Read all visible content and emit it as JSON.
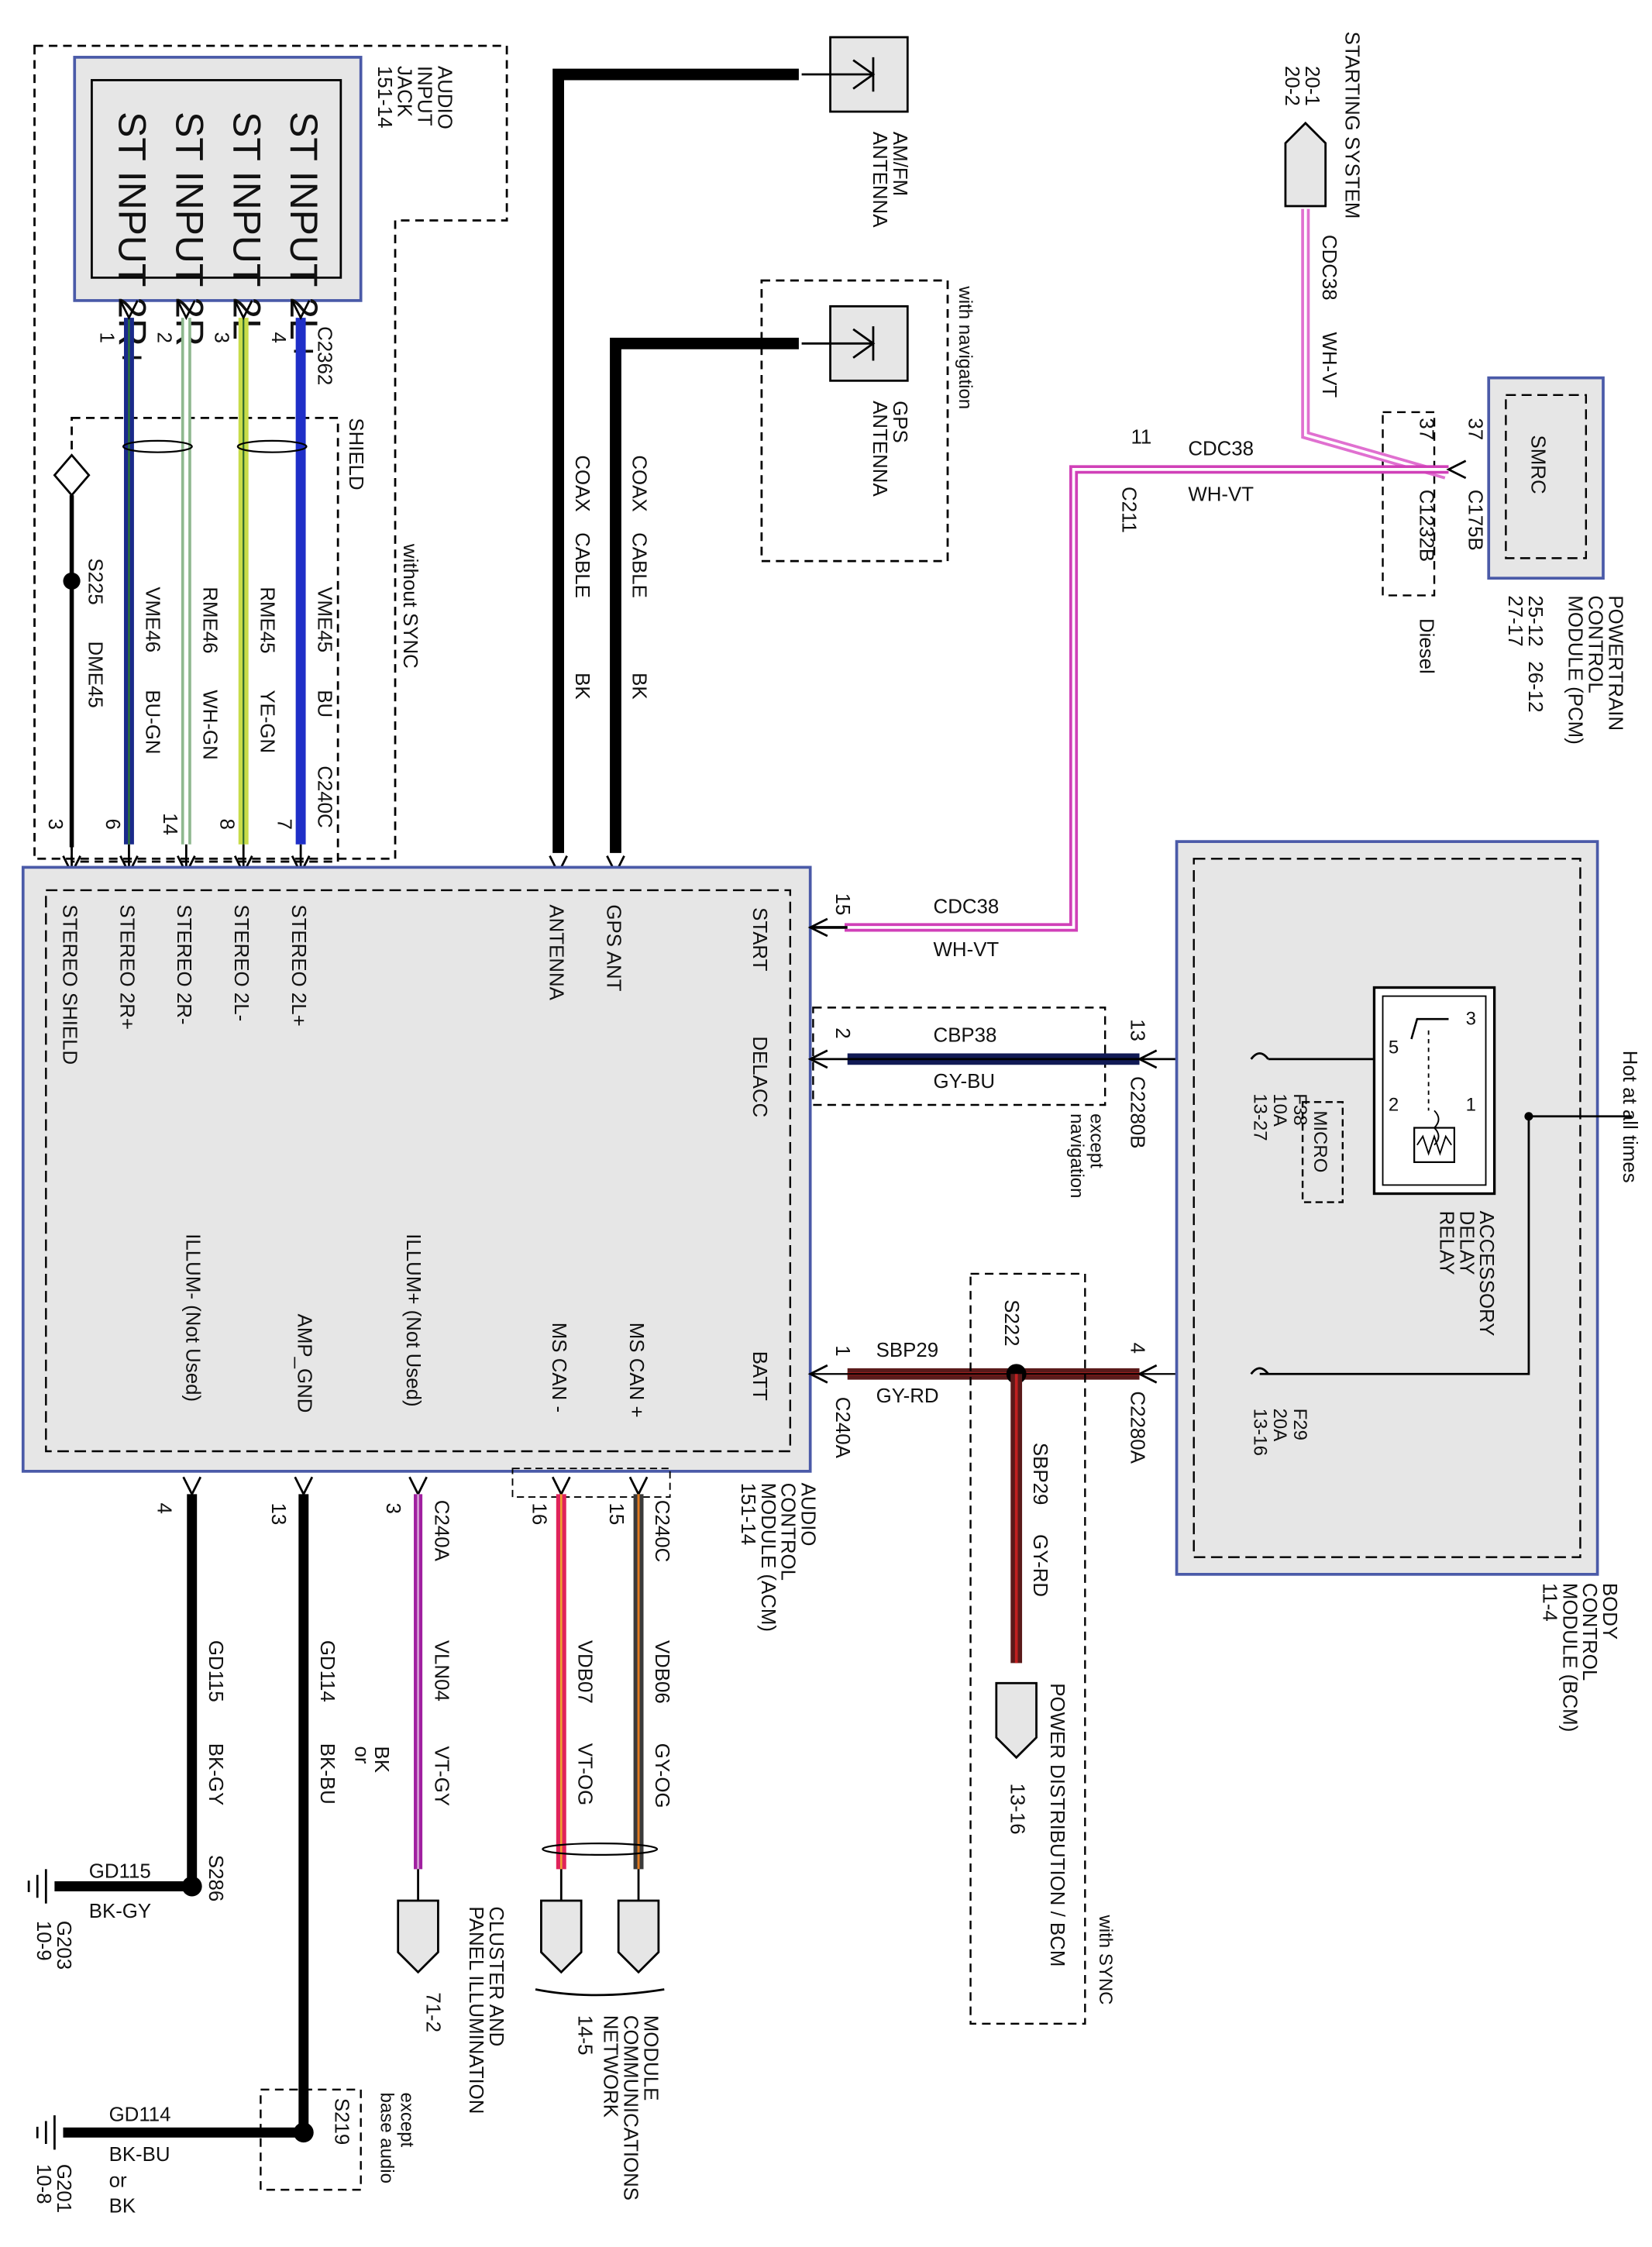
{
  "audio_input_jack": {
    "title_lines": [
      "AUDIO",
      "INPUT",
      "JACK",
      "151-14"
    ],
    "pins": [
      "ST INPUT 2L+",
      "ST INPUT 2L-",
      "ST INPUT 2R-",
      "ST INPUT 2R+"
    ],
    "pin_numbers": [
      "4",
      "3",
      "2",
      "1"
    ],
    "connector": "C2362",
    "shield_label": "SHIELD",
    "without_sync": "without SYNC"
  },
  "jack_wires": [
    {
      "circuit": "VME45",
      "color": "BU",
      "acm_pin": "7",
      "stroke": "#1f2fc8"
    },
    {
      "circuit": "RME45",
      "color": "YE-GN",
      "acm_pin": "8",
      "stroke": "#c8dc4a"
    },
    {
      "circuit": "RME46",
      "color": "WH-GN",
      "acm_pin": "14",
      "stroke": "#8fb88f"
    },
    {
      "circuit": "VME46",
      "color": "BU-GN",
      "acm_pin": "6",
      "stroke": "#1a2a8a"
    }
  ],
  "shield_wire": {
    "splice": "S225",
    "circuit": "DME45",
    "acm_pin": "3"
  },
  "acm_connector_top": "C240C",
  "antennas": [
    {
      "name_lines": [
        "AM/FM",
        "ANTENNA"
      ],
      "cable": [
        "COAX",
        "CABLE"
      ],
      "color": "BK",
      "note": ""
    },
    {
      "name_lines": [
        "GPS",
        "ANTENNA"
      ],
      "cable": [
        "COAX",
        "CABLE"
      ],
      "color": "BK",
      "note": "with navigation"
    }
  ],
  "acm": {
    "title_lines": [
      "AUDIO",
      "CONTROL",
      "MODULE (ACM)",
      "151-14"
    ],
    "top_pins": [
      "STEREO 2L+",
      "STEREO 2L-",
      "STEREO 2R-",
      "STEREO 2R+",
      "STEREO SHIELD",
      "GPS ANT",
      "ANTENNA"
    ],
    "right_pins": [
      "START",
      "DELACC",
      "BATT"
    ],
    "bottom_pins": [
      "MS CAN +",
      "MS CAN -",
      "ILLUM+ (Not Used)",
      "AMP_GND",
      "ILLUM- (Not Used)"
    ]
  },
  "pcm": {
    "title_lines": [
      "POWERTRAIN",
      "CONTROL",
      "MODULE (PCM)"
    ],
    "refs": [
      "25-12",
      "26-12",
      "27-17"
    ],
    "smrc": "SMRC",
    "pin": "37",
    "connector": "C175B",
    "diesel_pin": "37",
    "diesel_connector": "C1232B",
    "diesel": "Diesel"
  },
  "starting_system": {
    "title": "STARTING SYSTEM",
    "refs": [
      "20-1",
      "20-2"
    ],
    "circuit": "CDC38",
    "color": "WH-VT"
  },
  "start_circuit": {
    "circuit": "CDC38",
    "color": "WH-VT",
    "pin": "11",
    "connector": "C211",
    "acm_pin": "15"
  },
  "delacc_circuit": {
    "circuit": "CBP38",
    "color": "GY-BU",
    "acm_pin": "2",
    "bcm_pin": "13",
    "connector": "C2280B",
    "note_lines": [
      "except",
      "navigation"
    ]
  },
  "batt_circuit": {
    "circuit": "SBP29",
    "color": "GY-RD",
    "acm_pin": "1",
    "acm_connector": "C240A",
    "bcm_pin": "4",
    "connector": "C2280A",
    "splice": "S222"
  },
  "bcm": {
    "title_lines": [
      "BODY",
      "CONTROL",
      "MODULE (BCM)",
      "11-4"
    ],
    "hot": "Hot at all times",
    "relay_lines": [
      "ACCESSORY",
      "DELAY",
      "RELAY"
    ],
    "relay_pins": [
      "3",
      "5",
      "2",
      "1"
    ],
    "micro": "MICRO",
    "fuse1": {
      "name": "F38",
      "amps": "10A",
      "ref": "13-27"
    },
    "fuse2": {
      "name": "F29",
      "amps": "20A",
      "ref": "13-16"
    }
  },
  "power_dist": {
    "circuit": "SBP29",
    "color": "GY-RD",
    "title": "POWER DISTRIBUTION / BCM",
    "ref": "13-16",
    "note": "with SYNC"
  },
  "bottom_wires": [
    {
      "pin": "15",
      "connector": "C240C",
      "circuit": "VDB06",
      "color": "GY-OG",
      "stroke": "#3a3a3a"
    },
    {
      "pin": "16",
      "connector": "",
      "circuit": "VDB07",
      "color": "VT-OG",
      "stroke": "#e0235a"
    },
    {
      "pin": "3",
      "connector": "C240A",
      "circuit": "VLN04",
      "color": "VT-GY",
      "stroke": "#a020a0"
    },
    {
      "pin": "13",
      "connector": "",
      "circuit": "GD114",
      "color": "BK-BU",
      "alt": [
        "BK",
        "or"
      ],
      "stroke": "#000000"
    },
    {
      "pin": "4",
      "connector": "",
      "circuit": "GD115",
      "color": "BK-GY",
      "stroke": "#000000"
    }
  ],
  "mscn": {
    "title_lines": [
      "MODULE",
      "COMMUNICATIONS",
      "NETWORK"
    ],
    "ref": "14-5"
  },
  "cluster": {
    "title_lines": [
      "CLUSTER AND",
      "PANEL ILLUMINATION"
    ],
    "ref": "71-2"
  },
  "ground_s286": {
    "splice": "S286",
    "circuit": "GD115",
    "color": "BK-GY",
    "ground": "G203",
    "ref": "10-9"
  },
  "ground_s219": {
    "splice": "S219",
    "note_lines": [
      "except",
      "base audio"
    ],
    "circuit": "GD114",
    "color_lines": [
      "BK-BU",
      "or",
      "BK"
    ],
    "ground": "G201",
    "ref": "10-8"
  },
  "colors": {
    "module_fill": "#e6e6e6",
    "module_border": "#4a5aa8",
    "relay_fill": "#ffffff"
  }
}
